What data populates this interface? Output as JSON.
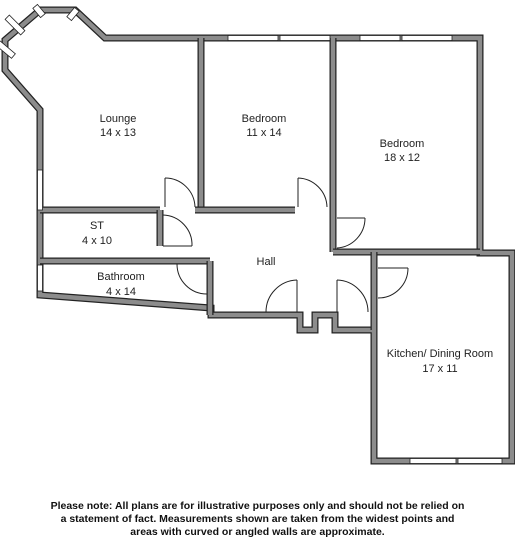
{
  "rooms": {
    "lounge": {
      "name": "Lounge",
      "size": "14 x 13"
    },
    "bedroom_1": {
      "name": "Bedroom",
      "size": "11 x 14"
    },
    "bedroom_2": {
      "name": "Bedroom",
      "size": "18 x 12"
    },
    "storage": {
      "name": "ST",
      "size": "4 x 10"
    },
    "hall": {
      "name": "Hall"
    },
    "bathroom": {
      "name": "Bathroom",
      "size": "4 x 14"
    },
    "kitchen": {
      "name": "Kitchen/ Dining Room",
      "size": "17 x 11"
    }
  },
  "colors": {
    "wall": "#8c8c8c",
    "wall_outline": "#222222"
  },
  "disclaimer": [
    "Please note: All plans are for illustrative purposes only and should not be relied on",
    "a statement of fact. Measurements shown are taken from the widest points and",
    "areas with curved or angled walls are approximate."
  ]
}
